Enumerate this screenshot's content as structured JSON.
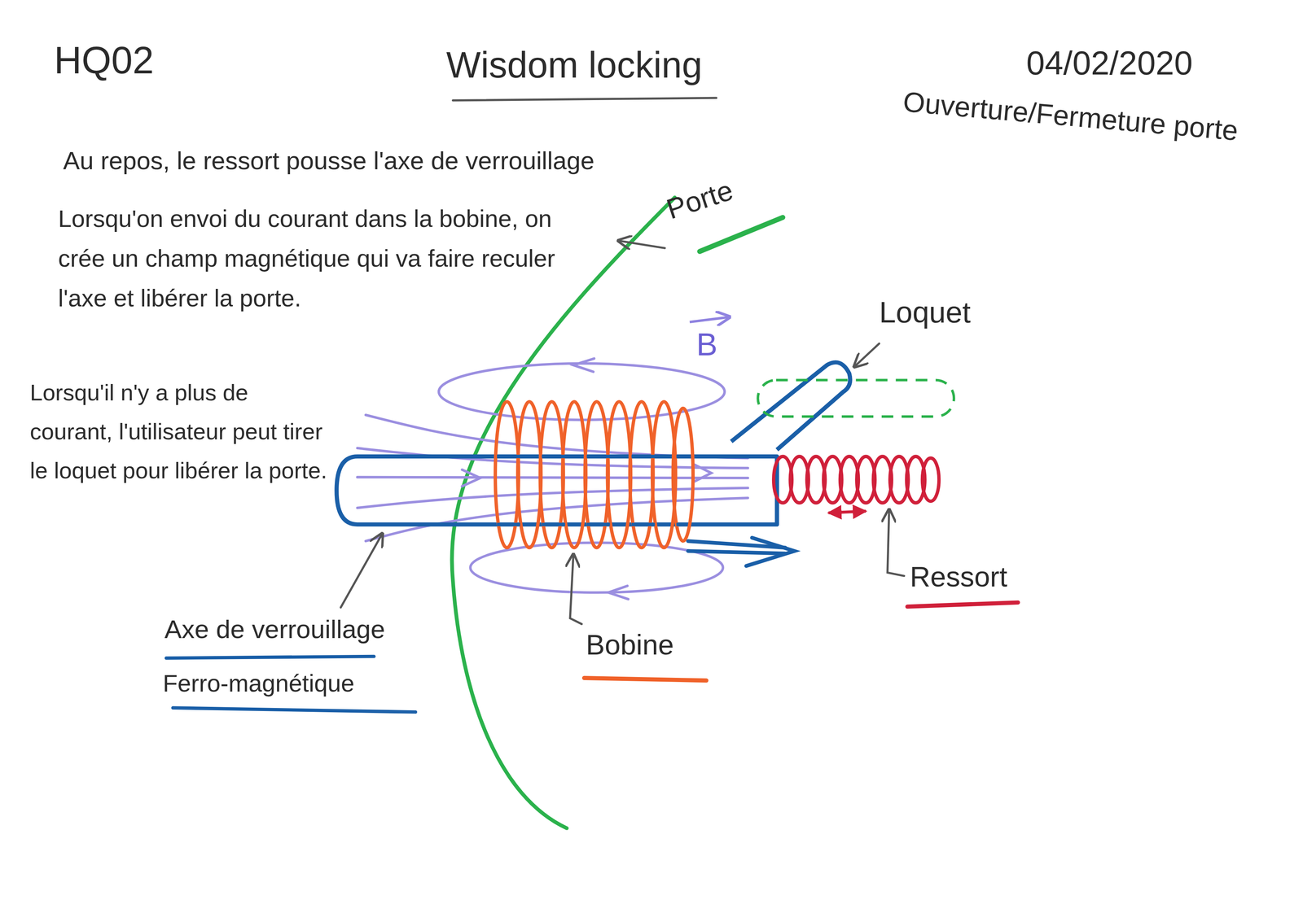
{
  "diagram": {
    "title": "Wisdom locking",
    "labels": [
      "HQ02",
      "04/02/2020",
      "Ouverture/Fermeture porte",
      "Au repos, le ressort pousse l'axe de verrouillage",
      "Lorsqu'on envoi du courant dans la bobine, on crée un champ magnétique qui va faire reculer l'axe et libérer la porte.",
      "Lorsqu'il n'y a plus de courant, l'utilisateur peut tirer le loquet pour libérer la porte.",
      "Porte",
      "B",
      "Loquet",
      "Ressort",
      "Bobine",
      "Axe de verrouillage",
      "Ferro-magnétique"
    ]
  }
}
